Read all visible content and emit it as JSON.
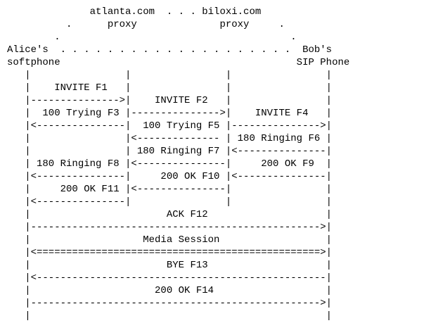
{
  "diagram": {
    "colors": {
      "text": "#000000",
      "background": "#ffffff"
    },
    "lines": [
      "              atlanta.com  . . . biloxi.com",
      "          .      proxy              proxy     .",
      "        .                                       .",
      "Alice's  . . . . . . . . . . . . . . . . . . . .  Bob's",
      "softphone                                        SIP Phone",
      "   |                |                |                |",
      "   |    INVITE F1   |                |                |",
      "   |--------------->|    INVITE F2   |                |",
      "   |  100 Trying F3 |--------------->|    INVITE F4   |",
      "   |<---------------|  100 Trying F5 |--------------->|",
      "   |                |<-------------- | 180 Ringing F6 |",
      "   |                | 180 Ringing F7 |<---------------|",
      "   | 180 Ringing F8 |<---------------|     200 OK F9  |",
      "   |<---------------|     200 OK F10 |<---------------|",
      "   |     200 OK F11 |<---------------|                |",
      "   |<---------------|                |                |",
      "   |                       ACK F12                    |",
      "   |------------------------------------------------->|",
      "   |                   Media Session                  |",
      "   |<================================================>|",
      "   |                       BYE F13                    |",
      "   |<-------------------------------------------------|",
      "   |                     200 OK F14                   |",
      "   |------------------------------------------------->|",
      "   |                                                  |"
    ]
  }
}
